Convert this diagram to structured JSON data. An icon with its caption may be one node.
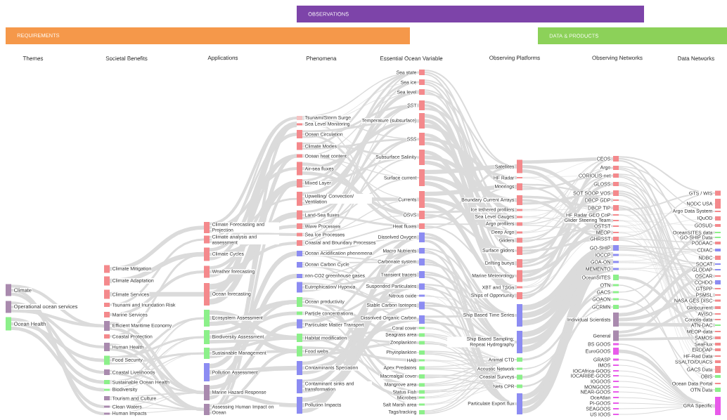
{
  "diagram": {
    "nodes": [
      {
        "text": [
          "OBSERVATIONS"
        ]
      },
      {
        "text": [
          "REQUIREMENTS"
        ]
      },
      {
        "text": [
          "DATA & PRODUCTS"
        ]
      },
      {
        "text": [
          "Climate"
        ]
      },
      {
        "text": [
          "Operational ocean services"
        ]
      },
      {
        "text": [
          "Ocean Health"
        ]
      },
      {
        "text": [
          "Climate Mitigation"
        ]
      },
      {
        "text": [
          "Climate Adaptation"
        ]
      },
      {
        "text": [
          "Climate Services"
        ]
      },
      {
        "text": [
          "Tsunami and Inundation Risk"
        ]
      },
      {
        "text": [
          "Marine Services"
        ]
      },
      {
        "text": [
          "Efficient Maritime Economy"
        ]
      },
      {
        "text": [
          "Coastal Protection"
        ]
      },
      {
        "text": [
          "Human Health"
        ]
      },
      {
        "text": [
          "Food Security"
        ]
      },
      {
        "text": [
          "Coastal Livelihoods"
        ]
      },
      {
        "text": [
          "Sustainable Ocean Health"
        ]
      },
      {
        "text": [
          "Biodiversity"
        ]
      },
      {
        "text": [
          "Tourism and Culture"
        ]
      },
      {
        "text": [
          "Clean Waters"
        ]
      },
      {
        "text": [
          "Human Impacts"
        ]
      },
      {
        "text": [
          "Climate Forecasting and Projection"
        ]
      },
      {
        "text": [
          "Climate analysis and assessment"
        ]
      },
      {
        "text": [
          "Climate Cycles"
        ]
      },
      {
        "text": [
          "Weather forecasting"
        ]
      },
      {
        "text": [
          "Ocean forecasting"
        ]
      },
      {
        "text": [
          "Ecosystem Assessment"
        ]
      },
      {
        "text": [
          "Biodiversity Assessment"
        ]
      },
      {
        "text": [
          "Sustainable Management"
        ]
      },
      {
        "text": [
          "Pollution Assessment"
        ]
      },
      {
        "text": [
          "Marine Hazard Response"
        ]
      },
      {
        "text": [
          "Assessing Human Impact on Ocean"
        ]
      },
      {
        "text": [
          "Tsunami/Storm Surge"
        ]
      },
      {
        "text": [
          "Sea Level Monitoring"
        ]
      },
      {
        "text": [
          "Ocean Circulation"
        ]
      },
      {
        "text": [
          "Climate Modes"
        ]
      },
      {
        "text": [
          "Ocean heat content"
        ]
      },
      {
        "text": [
          "Air-sea fluxes"
        ]
      },
      {
        "text": [
          "Mixed Layer"
        ]
      },
      {
        "text": [
          "Upwelling/ Convection/ Ventilation"
        ]
      },
      {
        "text": [
          "Land-Sea fluxes"
        ]
      },
      {
        "text": [
          "Wave Processes"
        ]
      },
      {
        "text": [
          "Sea Ice Processes"
        ]
      },
      {
        "text": [
          "Coastal and Boundary Processes"
        ]
      },
      {
        "text": [
          "Ocean Acidification phenomena"
        ]
      },
      {
        "text": [
          "Ocean Carbon Cycle"
        ]
      },
      {
        "text": [
          "non-CO2 greenhouse gases"
        ]
      },
      {
        "text": [
          "Eutrophication/ Hypoxia"
        ]
      },
      {
        "text": [
          "Ocean productivity"
        ]
      },
      {
        "text": [
          "Particle concentrations"
        ]
      },
      {
        "text": [
          "Particulate Matter Transport"
        ]
      },
      {
        "text": [
          "Habitat modification"
        ]
      },
      {
        "text": [
          "Food webs"
        ]
      },
      {
        "text": [
          "Contaminants Speciation"
        ]
      },
      {
        "text": [
          "Contaminant sinks and transformation"
        ]
      },
      {
        "text": [
          "Pollution Impacts"
        ]
      },
      {
        "text": [
          "Sea state"
        ]
      },
      {
        "text": [
          "Sea ice"
        ]
      },
      {
        "text": [
          "Sea level"
        ]
      },
      {
        "text": [
          "SST"
        ]
      },
      {
        "text": [
          "Temperature (subsurface)"
        ]
      },
      {
        "text": [
          "SSS"
        ]
      },
      {
        "text": [
          "Subsurface Salinity"
        ]
      },
      {
        "text": [
          "Surface current"
        ]
      },
      {
        "text": [
          "Currents"
        ]
      },
      {
        "text": [
          "OSVS"
        ]
      },
      {
        "text": [
          "Heat fluxes"
        ]
      },
      {
        "text": [
          "Dissolved Oxygen"
        ]
      },
      {
        "text": [
          "Macro Nutrients"
        ]
      },
      {
        "text": [
          "Carbonate system"
        ]
      },
      {
        "text": [
          "Transient tracers"
        ]
      },
      {
        "text": [
          "Suspended Particulates"
        ]
      },
      {
        "text": [
          "Nitrous oxide"
        ]
      },
      {
        "text": [
          "Stable Carbon Isotopes"
        ]
      },
      {
        "text": [
          "Dissolved Organic Carbon"
        ]
      },
      {
        "text": [
          "Coral cover"
        ]
      },
      {
        "text": [
          "Seagrass area"
        ]
      },
      {
        "text": [
          "Zooplankton"
        ]
      },
      {
        "text": [
          "Phytoplankton"
        ]
      },
      {
        "text": [
          "HAB"
        ]
      },
      {
        "text": [
          "Apex Predators"
        ]
      },
      {
        "text": [
          "Macroalgal cover"
        ]
      },
      {
        "text": [
          "Mangrove area"
        ]
      },
      {
        "text": [
          "Status Fish"
        ]
      },
      {
        "text": [
          "Microbes"
        ]
      },
      {
        "text": [
          "Salt Marsh area"
        ]
      },
      {
        "text": [
          "Tags/tracking"
        ]
      },
      {
        "text": [
          "Satellites"
        ]
      },
      {
        "text": [
          "HF Radar"
        ]
      },
      {
        "text": [
          "Moorings"
        ]
      },
      {
        "text": [
          "Boundary Current Arrays"
        ]
      },
      {
        "text": [
          "Ice tethered profilers"
        ]
      },
      {
        "text": [
          "Sea Level Gauges"
        ]
      },
      {
        "text": [
          "Argo profilers"
        ]
      },
      {
        "text": [
          "Deep Argo"
        ]
      },
      {
        "text": [
          "Gliders"
        ]
      },
      {
        "text": [
          "Surface gliders"
        ]
      },
      {
        "text": [
          "Drifting buoys"
        ]
      },
      {
        "text": [
          "Marine Meteorology"
        ]
      },
      {
        "text": [
          "XBT and TSGs"
        ]
      },
      {
        "text": [
          "Ships of Opportunity"
        ]
      },
      {
        "text": [
          "Ship Based Time Series"
        ]
      },
      {
        "text": [
          "Ship Based Sampling; Repeat Hydrography"
        ]
      },
      {
        "text": [
          "Animal CTD"
        ]
      },
      {
        "text": [
          "Acoustic Network"
        ]
      },
      {
        "text": [
          "Coastal Surveys"
        ]
      },
      {
        "text": [
          "Nets CPR"
        ]
      },
      {
        "text": [
          "Particulate Export flux"
        ]
      },
      {
        "text": [
          "CEOS"
        ]
      },
      {
        "text": [
          "Argo"
        ]
      },
      {
        "text": [
          "CORIOLIS-net"
        ]
      },
      {
        "text": [
          "GLOSS"
        ]
      },
      {
        "text": [
          "SOT SOOP VOS"
        ]
      },
      {
        "text": [
          "DBCP GDP"
        ]
      },
      {
        "text": [
          "DBCP TIP"
        ]
      },
      {
        "text": [
          "HF Radar GEO CoP"
        ]
      },
      {
        "text": [
          "Glider Steering Team"
        ]
      },
      {
        "text": [
          "OSTST"
        ]
      },
      {
        "text": [
          "MEOP"
        ]
      },
      {
        "text": [
          "GHRSST"
        ]
      },
      {
        "text": [
          "GO-SHIP"
        ]
      },
      {
        "text": [
          "IOCCP"
        ]
      },
      {
        "text": [
          "GOA-ON"
        ]
      },
      {
        "text": [
          "MEMENTO"
        ]
      },
      {
        "text": [
          "OceanSITES"
        ]
      },
      {
        "text": [
          "OTN"
        ]
      },
      {
        "text": [
          "GACS"
        ]
      },
      {
        "text": [
          "GOAON"
        ]
      },
      {
        "text": [
          "GCRMN"
        ]
      },
      {
        "text": [
          "Individual Scientists"
        ]
      },
      {
        "text": [
          "General"
        ]
      },
      {
        "text": [
          "BS GOOS"
        ]
      },
      {
        "text": [
          "EuroGOOS"
        ]
      },
      {
        "text": [
          "GRASP"
        ]
      },
      {
        "text": [
          "IMOS"
        ]
      },
      {
        "text": [
          "IOCAfrica-GOOS"
        ]
      },
      {
        "text": [
          "IOCARIBE-GOOS"
        ]
      },
      {
        "text": [
          "IOGOOS"
        ]
      },
      {
        "text": [
          "MONGOOS"
        ]
      },
      {
        "text": [
          "NEAR-GOOS"
        ]
      },
      {
        "text": [
          "OceAtlan"
        ]
      },
      {
        "text": [
          "PI-GOOS"
        ]
      },
      {
        "text": [
          "SEAGOOS"
        ]
      },
      {
        "text": [
          "US IOOS"
        ]
      },
      {
        "text": [
          "GTS / WIS"
        ]
      },
      {
        "text": [
          "NODC USA"
        ]
      },
      {
        "text": [
          "Argo Data System"
        ]
      },
      {
        "text": [
          "IQuOD"
        ]
      },
      {
        "text": [
          "GOSUD"
        ]
      },
      {
        "text": [
          "OceanSITES data"
        ]
      },
      {
        "text": [
          "GO-SHIP Data"
        ]
      },
      {
        "text": [
          "PODAAC"
        ]
      },
      {
        "text": [
          "CDIAC"
        ]
      },
      {
        "text": [
          "NDBC"
        ]
      },
      {
        "text": [
          "SOCAT"
        ]
      },
      {
        "text": [
          "GLODAP"
        ]
      },
      {
        "text": [
          "OSCAR"
        ]
      },
      {
        "text": [
          "CCHDO"
        ]
      },
      {
        "text": [
          "GTSPP"
        ]
      },
      {
        "text": [
          "PSMSL"
        ]
      },
      {
        "text": [
          "NASA GES DISC"
        ]
      },
      {
        "text": [
          "Globcurrent"
        ]
      },
      {
        "text": [
          "AVISO"
        ]
      },
      {
        "text": [
          "Coriolis-data"
        ]
      },
      {
        "text": [
          "ATN-DAC"
        ]
      },
      {
        "text": [
          "MEOP-data"
        ]
      },
      {
        "text": [
          "SAMOS"
        ]
      },
      {
        "text": [
          "SeaFlux"
        ]
      },
      {
        "text": [
          "ERDDAP"
        ]
      },
      {
        "text": [
          "HF-Rad Data"
        ]
      },
      {
        "text": [
          "SSALTO/DUACS"
        ]
      },
      {
        "text": [
          "GACS Data"
        ]
      },
      {
        "text": [
          "OBIS"
        ]
      },
      {
        "text": [
          "Ocean Data Portal"
        ]
      },
      {
        "text": [
          "OTN Data"
        ]
      },
      {
        "text": [
          "GRA Specific"
        ]
      }
    ],
    "labels": [
      "Themes",
      "Societal Benefits",
      "Applications",
      "Phenomena",
      "Essential Ocean Variable",
      "Observing Platforms",
      "Observing Networks",
      "Data Networks"
    ]
  }
}
